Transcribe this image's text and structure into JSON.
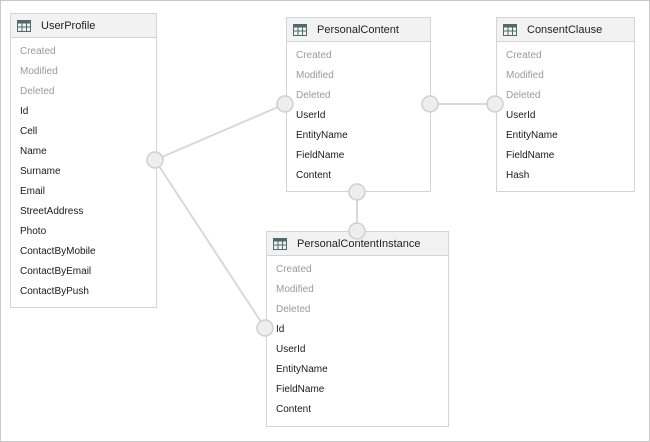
{
  "colors": {
    "link": "#d9d9d9",
    "handle_fill": "#eeeeee",
    "handle_stroke": "#cfcfcf",
    "table_icon": "#4f6a6a",
    "meta_field": "#9a9a9a"
  },
  "entities": [
    {
      "title": "UserProfile",
      "icon": "table-icon",
      "fields": [
        {
          "name": "Created",
          "meta": true
        },
        {
          "name": "Modified",
          "meta": true
        },
        {
          "name": "Deleted",
          "meta": true
        },
        {
          "name": "Id",
          "meta": false
        },
        {
          "name": "Cell",
          "meta": false
        },
        {
          "name": "Name",
          "meta": false
        },
        {
          "name": "Surname",
          "meta": false
        },
        {
          "name": "Email",
          "meta": false
        },
        {
          "name": "StreetAddress",
          "meta": false
        },
        {
          "name": "Photo",
          "meta": false
        },
        {
          "name": "ContactByMobile",
          "meta": false
        },
        {
          "name": "ContactByEmail",
          "meta": false
        },
        {
          "name": "ContactByPush",
          "meta": false
        }
      ]
    },
    {
      "title": "PersonalContent",
      "icon": "table-icon",
      "fields": [
        {
          "name": "Created",
          "meta": true
        },
        {
          "name": "Modified",
          "meta": true
        },
        {
          "name": "Deleted",
          "meta": true
        },
        {
          "name": "UserId",
          "meta": false
        },
        {
          "name": "EntityName",
          "meta": false
        },
        {
          "name": "FieldName",
          "meta": false
        },
        {
          "name": "Content",
          "meta": false
        }
      ]
    },
    {
      "title": "ConsentClause",
      "icon": "table-icon",
      "fields": [
        {
          "name": "Created",
          "meta": true
        },
        {
          "name": "Modified",
          "meta": true
        },
        {
          "name": "Deleted",
          "meta": true
        },
        {
          "name": "UserId",
          "meta": false
        },
        {
          "name": "EntityName",
          "meta": false
        },
        {
          "name": "FieldName",
          "meta": false
        },
        {
          "name": "Hash",
          "meta": false
        }
      ]
    },
    {
      "title": "PersonalContentInstance",
      "icon": "table-icon",
      "fields": [
        {
          "name": "Created",
          "meta": true
        },
        {
          "name": "Modified",
          "meta": true
        },
        {
          "name": "Deleted",
          "meta": true
        },
        {
          "name": "Id",
          "meta": false
        },
        {
          "name": "UserId",
          "meta": false
        },
        {
          "name": "EntityName",
          "meta": false
        },
        {
          "name": "FieldName",
          "meta": false
        },
        {
          "name": "Content",
          "meta": false
        }
      ]
    }
  ],
  "relationships": [
    {
      "from": "UserProfile",
      "to": "PersonalContent"
    },
    {
      "from": "UserProfile",
      "to": "PersonalContentInstance"
    },
    {
      "from": "PersonalContent",
      "to": "ConsentClause"
    },
    {
      "from": "PersonalContent",
      "to": "PersonalContentInstance"
    }
  ]
}
